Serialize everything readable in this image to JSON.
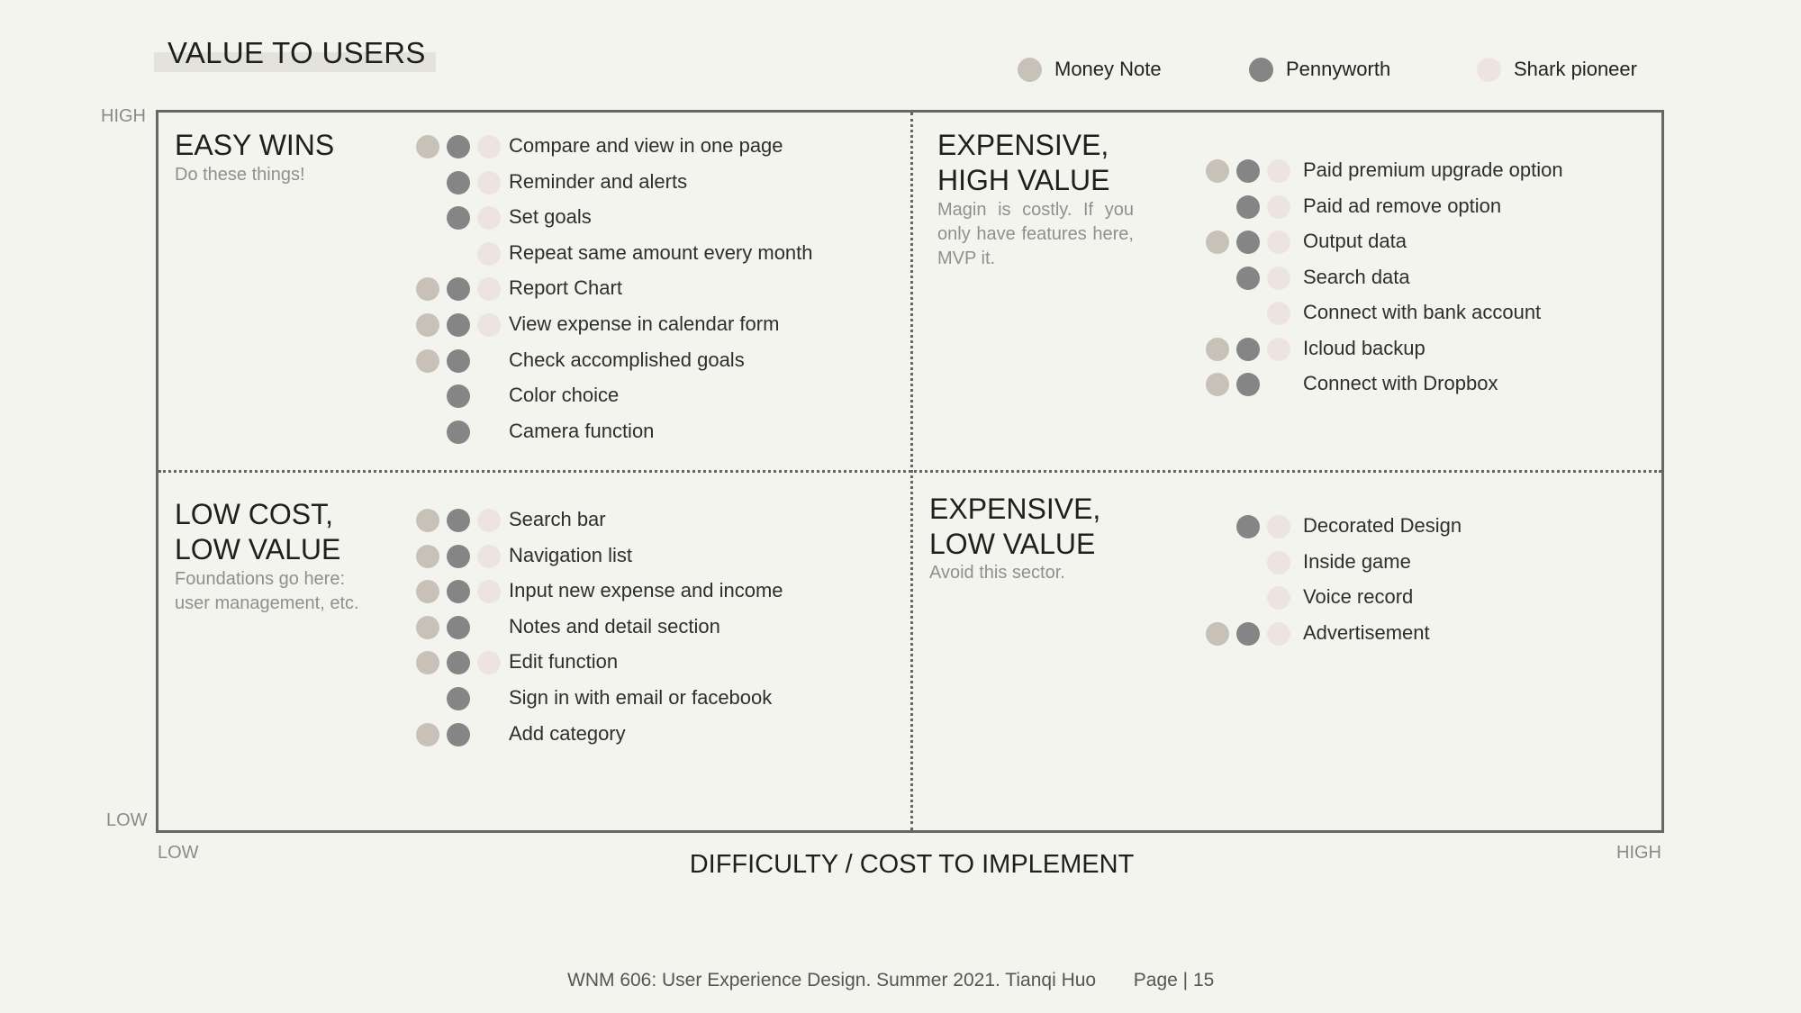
{
  "colors": {
    "money_note": "#c7c1b7",
    "pennyworth": "#858585",
    "shark_pioneer": "#ede4e2",
    "frame": "#666666",
    "background": "#f4f4ef"
  },
  "header": {
    "title": "VALUE TO USERS"
  },
  "legend": [
    {
      "key": "money_note",
      "label": "Money Note",
      "color": "#c7c1b7"
    },
    {
      "key": "pennyworth",
      "label": "Pennyworth",
      "color": "#858585"
    },
    {
      "key": "shark_pioneer",
      "label": "Shark pioneer",
      "color": "#ede4e2"
    }
  ],
  "axes": {
    "y_high": "HIGH",
    "y_low": "LOW",
    "x_low": "LOW",
    "x_high": "HIGH",
    "x_title": "DIFFICULTY / COST TO IMPLEMENT"
  },
  "quadrants": [
    {
      "id": "easy-wins",
      "title": "EASY WINS",
      "subtitle": "Do these things!",
      "features": [
        {
          "label": "Compare and view in one page",
          "apps": [
            1,
            1,
            1
          ]
        },
        {
          "label": "Reminder and alerts",
          "apps": [
            0,
            1,
            1
          ]
        },
        {
          "label": "Set goals",
          "apps": [
            0,
            1,
            1
          ]
        },
        {
          "label": "Repeat same amount every month",
          "apps": [
            0,
            0,
            1
          ]
        },
        {
          "label": "Report Chart",
          "apps": [
            1,
            1,
            1
          ]
        },
        {
          "label": "View expense in calendar form",
          "apps": [
            1,
            1,
            1
          ]
        },
        {
          "label": "Check accomplished goals",
          "apps": [
            1,
            1,
            0
          ]
        },
        {
          "label": "Color choice",
          "apps": [
            0,
            1,
            0
          ]
        },
        {
          "label": "Camera function",
          "apps": [
            0,
            1,
            0
          ]
        }
      ]
    },
    {
      "id": "expensive-high-value",
      "title": "EXPENSIVE,\nHIGH VALUE",
      "subtitle": "Magin is costly. If you only have features here, MVP it.",
      "features": [
        {
          "label": "Paid premium upgrade option",
          "apps": [
            1,
            1,
            1
          ]
        },
        {
          "label": "Paid ad remove option",
          "apps": [
            0,
            1,
            1
          ]
        },
        {
          "label": "Output data",
          "apps": [
            1,
            1,
            1
          ]
        },
        {
          "label": "Search data",
          "apps": [
            0,
            1,
            1
          ]
        },
        {
          "label": "Connect with bank account",
          "apps": [
            0,
            0,
            1
          ]
        },
        {
          "label": "Icloud backup",
          "apps": [
            1,
            1,
            1
          ]
        },
        {
          "label": "Connect with Dropbox",
          "apps": [
            1,
            1,
            0
          ]
        }
      ]
    },
    {
      "id": "low-cost-low-value",
      "title": "LOW COST,\nLOW VALUE",
      "subtitle": "Foundations go here: user management, etc.",
      "features": [
        {
          "label": "Search bar",
          "apps": [
            1,
            1,
            1
          ]
        },
        {
          "label": "Navigation list",
          "apps": [
            1,
            1,
            1
          ]
        },
        {
          "label": "Input new expense and income",
          "apps": [
            1,
            1,
            1
          ]
        },
        {
          "label": "Notes and detail section",
          "apps": [
            1,
            1,
            0
          ]
        },
        {
          "label": "Edit function",
          "apps": [
            1,
            1,
            1
          ]
        },
        {
          "label": "Sign in with email or facebook",
          "apps": [
            0,
            1,
            0
          ]
        },
        {
          "label": "Add category",
          "apps": [
            1,
            1,
            0
          ]
        }
      ]
    },
    {
      "id": "expensive-low-value",
      "title": "EXPENSIVE,\nLOW VALUE",
      "subtitle": "Avoid this sector.",
      "features": [
        {
          "label": "Decorated Design",
          "apps": [
            0,
            1,
            1
          ]
        },
        {
          "label": "Inside game",
          "apps": [
            0,
            0,
            1
          ]
        },
        {
          "label": "Voice record",
          "apps": [
            0,
            0,
            1
          ]
        },
        {
          "label": "Advertisement",
          "apps": [
            1,
            1,
            1
          ]
        }
      ]
    }
  ],
  "footer": {
    "course": "WNM 606: User Experience Design. Summer 2021. Tianqi Huo",
    "page": "Page | 15"
  }
}
